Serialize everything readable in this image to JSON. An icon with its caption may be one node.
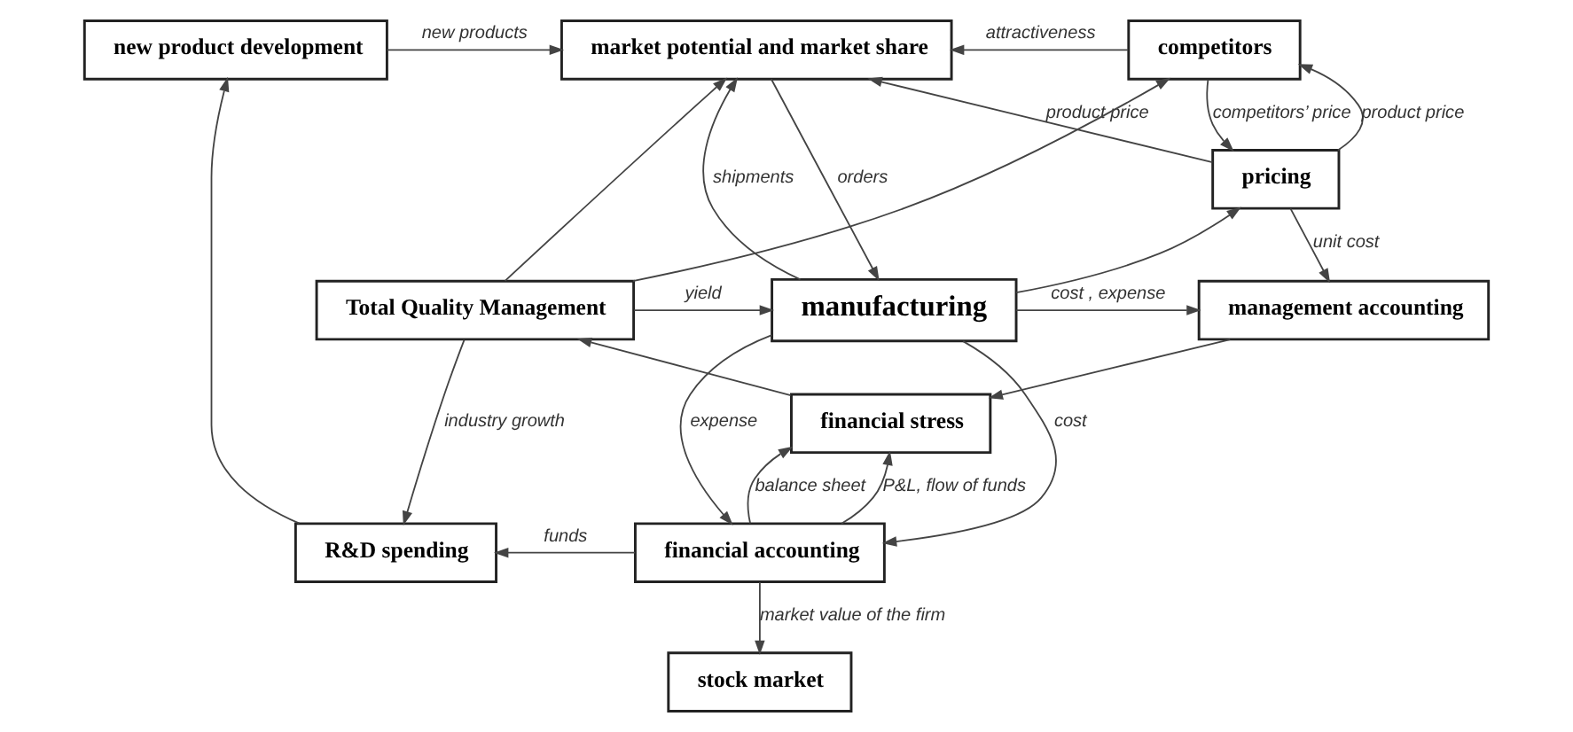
{
  "diagram": {
    "nodes": [
      {
        "text": [
          "new product development"
        ]
      },
      {
        "text": [
          "market potential and market share"
        ]
      },
      {
        "text": [
          "competitors"
        ]
      },
      {
        "text": [
          "pricing"
        ]
      },
      {
        "text": [
          "Total Quality Management"
        ]
      },
      {
        "text": [
          "manufacturing"
        ]
      },
      {
        "text": [
          "management accounting"
        ]
      },
      {
        "text": [
          "financial stress"
        ]
      },
      {
        "text": [
          "R&D spending"
        ]
      },
      {
        "text": [
          "financial accounting"
        ]
      },
      {
        "text": [
          "stock market"
        ]
      }
    ],
    "edges": [
      {
        "from": 0,
        "to": 1,
        "arrow": "to",
        "label": "new products"
      },
      {
        "from": 2,
        "to": 1,
        "arrow": "to",
        "label": "attractiveness"
      },
      {
        "from": 2,
        "to": 3,
        "arrow": "to",
        "label": "competitors’ price"
      },
      {
        "from": 3,
        "to": 2,
        "arrow": "to",
        "label": "product price"
      },
      {
        "from": 3,
        "to": 1,
        "arrow": "to",
        "label": "product price"
      },
      {
        "from": 1,
        "to": 5,
        "arrow": "to",
        "label": "orders"
      },
      {
        "from": 5,
        "to": 1,
        "arrow": "to",
        "label": "shipments"
      },
      {
        "from": 4,
        "to": 1,
        "arrow": "to"
      },
      {
        "from": 4,
        "to": 2,
        "arrow": "to"
      },
      {
        "from": 4,
        "to": 5,
        "arrow": "to",
        "label": "yield"
      },
      {
        "from": 4,
        "to": 8,
        "arrow": "to",
        "label": "industry growth"
      },
      {
        "from": 8,
        "to": 0,
        "arrow": "to"
      },
      {
        "from": 5,
        "to": 3,
        "arrow": "to"
      },
      {
        "from": 3,
        "to": 6,
        "arrow": "to",
        "label": "unit cost"
      },
      {
        "from": 5,
        "to": 6,
        "arrow": "to",
        "label": "cost , expense"
      },
      {
        "from": 6,
        "to": 7,
        "arrow": "to"
      },
      {
        "from": 7,
        "to": 4,
        "arrow": "to"
      },
      {
        "from": 5,
        "to": 9,
        "arrow": "to",
        "label": "cost"
      },
      {
        "from": 5,
        "to": 9,
        "arrow": "to",
        "label": "expense"
      },
      {
        "from": 9,
        "to": 7,
        "arrow": "to",
        "label": "balance sheet"
      },
      {
        "from": 9,
        "to": 7,
        "arrow": "to",
        "label": "P&L, flow of funds"
      },
      {
        "from": 9,
        "to": 8,
        "arrow": "to",
        "label": "funds"
      },
      {
        "from": 9,
        "to": 10,
        "arrow": "to",
        "label": "market value of the firm"
      }
    ]
  }
}
